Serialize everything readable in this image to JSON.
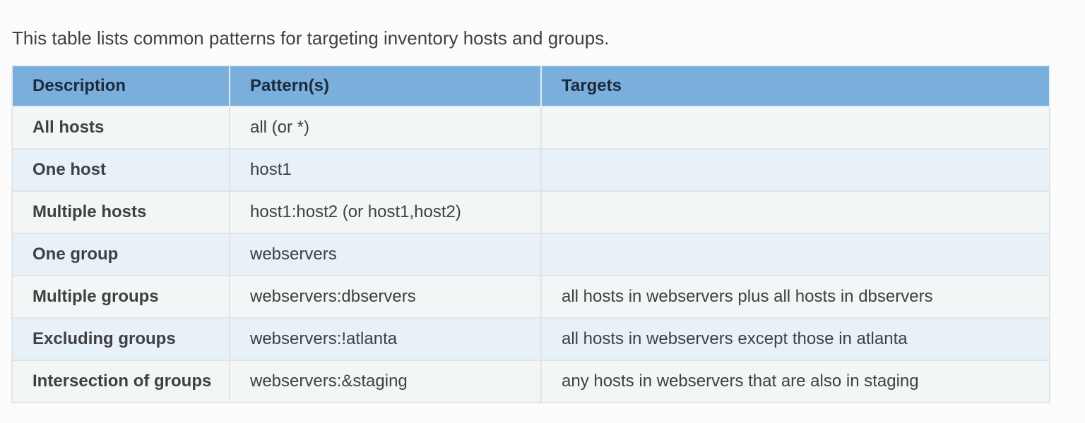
{
  "intro": "This table lists common patterns for targeting inventory hosts and groups.",
  "table": {
    "headers": [
      "Description",
      "Pattern(s)",
      "Targets"
    ],
    "rows": [
      {
        "description": "All hosts",
        "pattern": "all (or *)",
        "targets": ""
      },
      {
        "description": "One host",
        "pattern": "host1",
        "targets": ""
      },
      {
        "description": "Multiple hosts",
        "pattern": "host1:host2 (or host1,host2)",
        "targets": ""
      },
      {
        "description": "One group",
        "pattern": "webservers",
        "targets": ""
      },
      {
        "description": "Multiple groups",
        "pattern": "webservers:dbservers",
        "targets": "all hosts in webservers plus all hosts in dbservers"
      },
      {
        "description": "Excluding groups",
        "pattern": "webservers:!atlanta",
        "targets": "all hosts in webservers except those in atlanta"
      },
      {
        "description": "Intersection of groups",
        "pattern": "webservers:&staging",
        "targets": "any hosts in webservers that are also in staging"
      }
    ]
  },
  "colors": {
    "header_background": "#7aaedc",
    "row_odd_background": "#f3f6f6",
    "row_even_background": "#e8f0f8",
    "text": "#404040"
  }
}
